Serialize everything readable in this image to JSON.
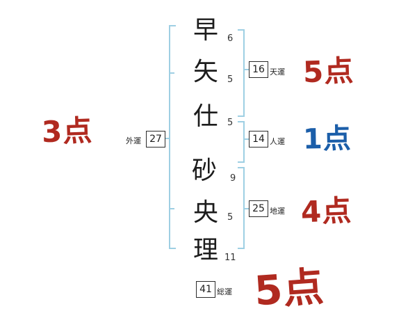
{
  "diagram": {
    "title": "name-fortune-stroke-diagram",
    "name_chars": [
      {
        "char": "早",
        "strokes": "6"
      },
      {
        "char": "矢",
        "strokes": "5"
      },
      {
        "char": "仕",
        "strokes": "5"
      },
      {
        "char": "砂",
        "strokes": "9"
      },
      {
        "char": "央",
        "strokes": "5"
      },
      {
        "char": "理",
        "strokes": "11"
      }
    ],
    "fortunes": {
      "gaiun": {
        "label": "外運",
        "value": "27",
        "score": "3点",
        "score_color": "#b02a20"
      },
      "tenun": {
        "label": "天運",
        "value": "16",
        "score": "5点",
        "score_color": "#b02a20"
      },
      "jinun": {
        "label": "人運",
        "value": "14",
        "score": "1点",
        "score_color": "#1b5ea9"
      },
      "chiun": {
        "label": "地運",
        "value": "25",
        "score": "4点",
        "score_color": "#b02a20"
      },
      "souun": {
        "label": "総運",
        "value": "41",
        "score": "5点",
        "score_color": "#b02a20"
      }
    },
    "colors": {
      "red": "#b02a20",
      "blue": "#1b5ea9",
      "bracket": "#9ecfe3"
    }
  }
}
